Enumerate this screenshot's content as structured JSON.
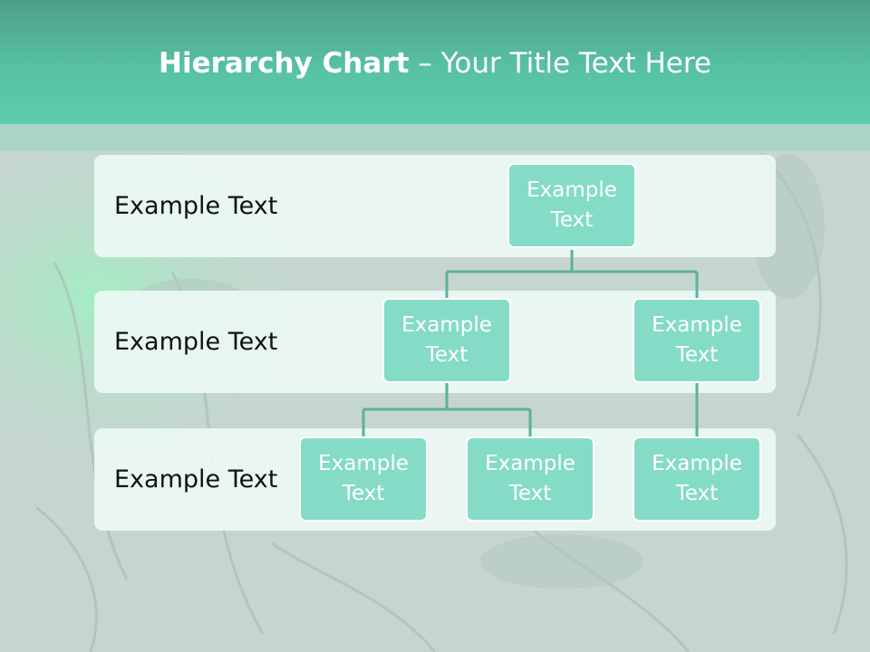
{
  "title": {
    "bold": "Hierarchy Chart",
    "rest": " – Your Title Text Here"
  },
  "levels": [
    {
      "label": "Example Text"
    },
    {
      "label": "Example Text"
    },
    {
      "label": "Example Text"
    }
  ],
  "nodes": {
    "root": {
      "line1": "Example",
      "line2": "Text"
    },
    "l2_left": {
      "line1": "Example",
      "line2": "Text"
    },
    "l2_right": {
      "line1": "Example",
      "line2": "Text"
    },
    "l3_a": {
      "line1": "Example",
      "line2": "Text"
    },
    "l3_b": {
      "line1": "Example",
      "line2": "Text"
    },
    "l3_c": {
      "line1": "Example",
      "line2": "Text"
    }
  },
  "colors": {
    "title_bar": "#5ccdab",
    "node_fill": "#84dcc6",
    "connector": "#5fb09a",
    "band_fill": "#ecf9f4"
  }
}
